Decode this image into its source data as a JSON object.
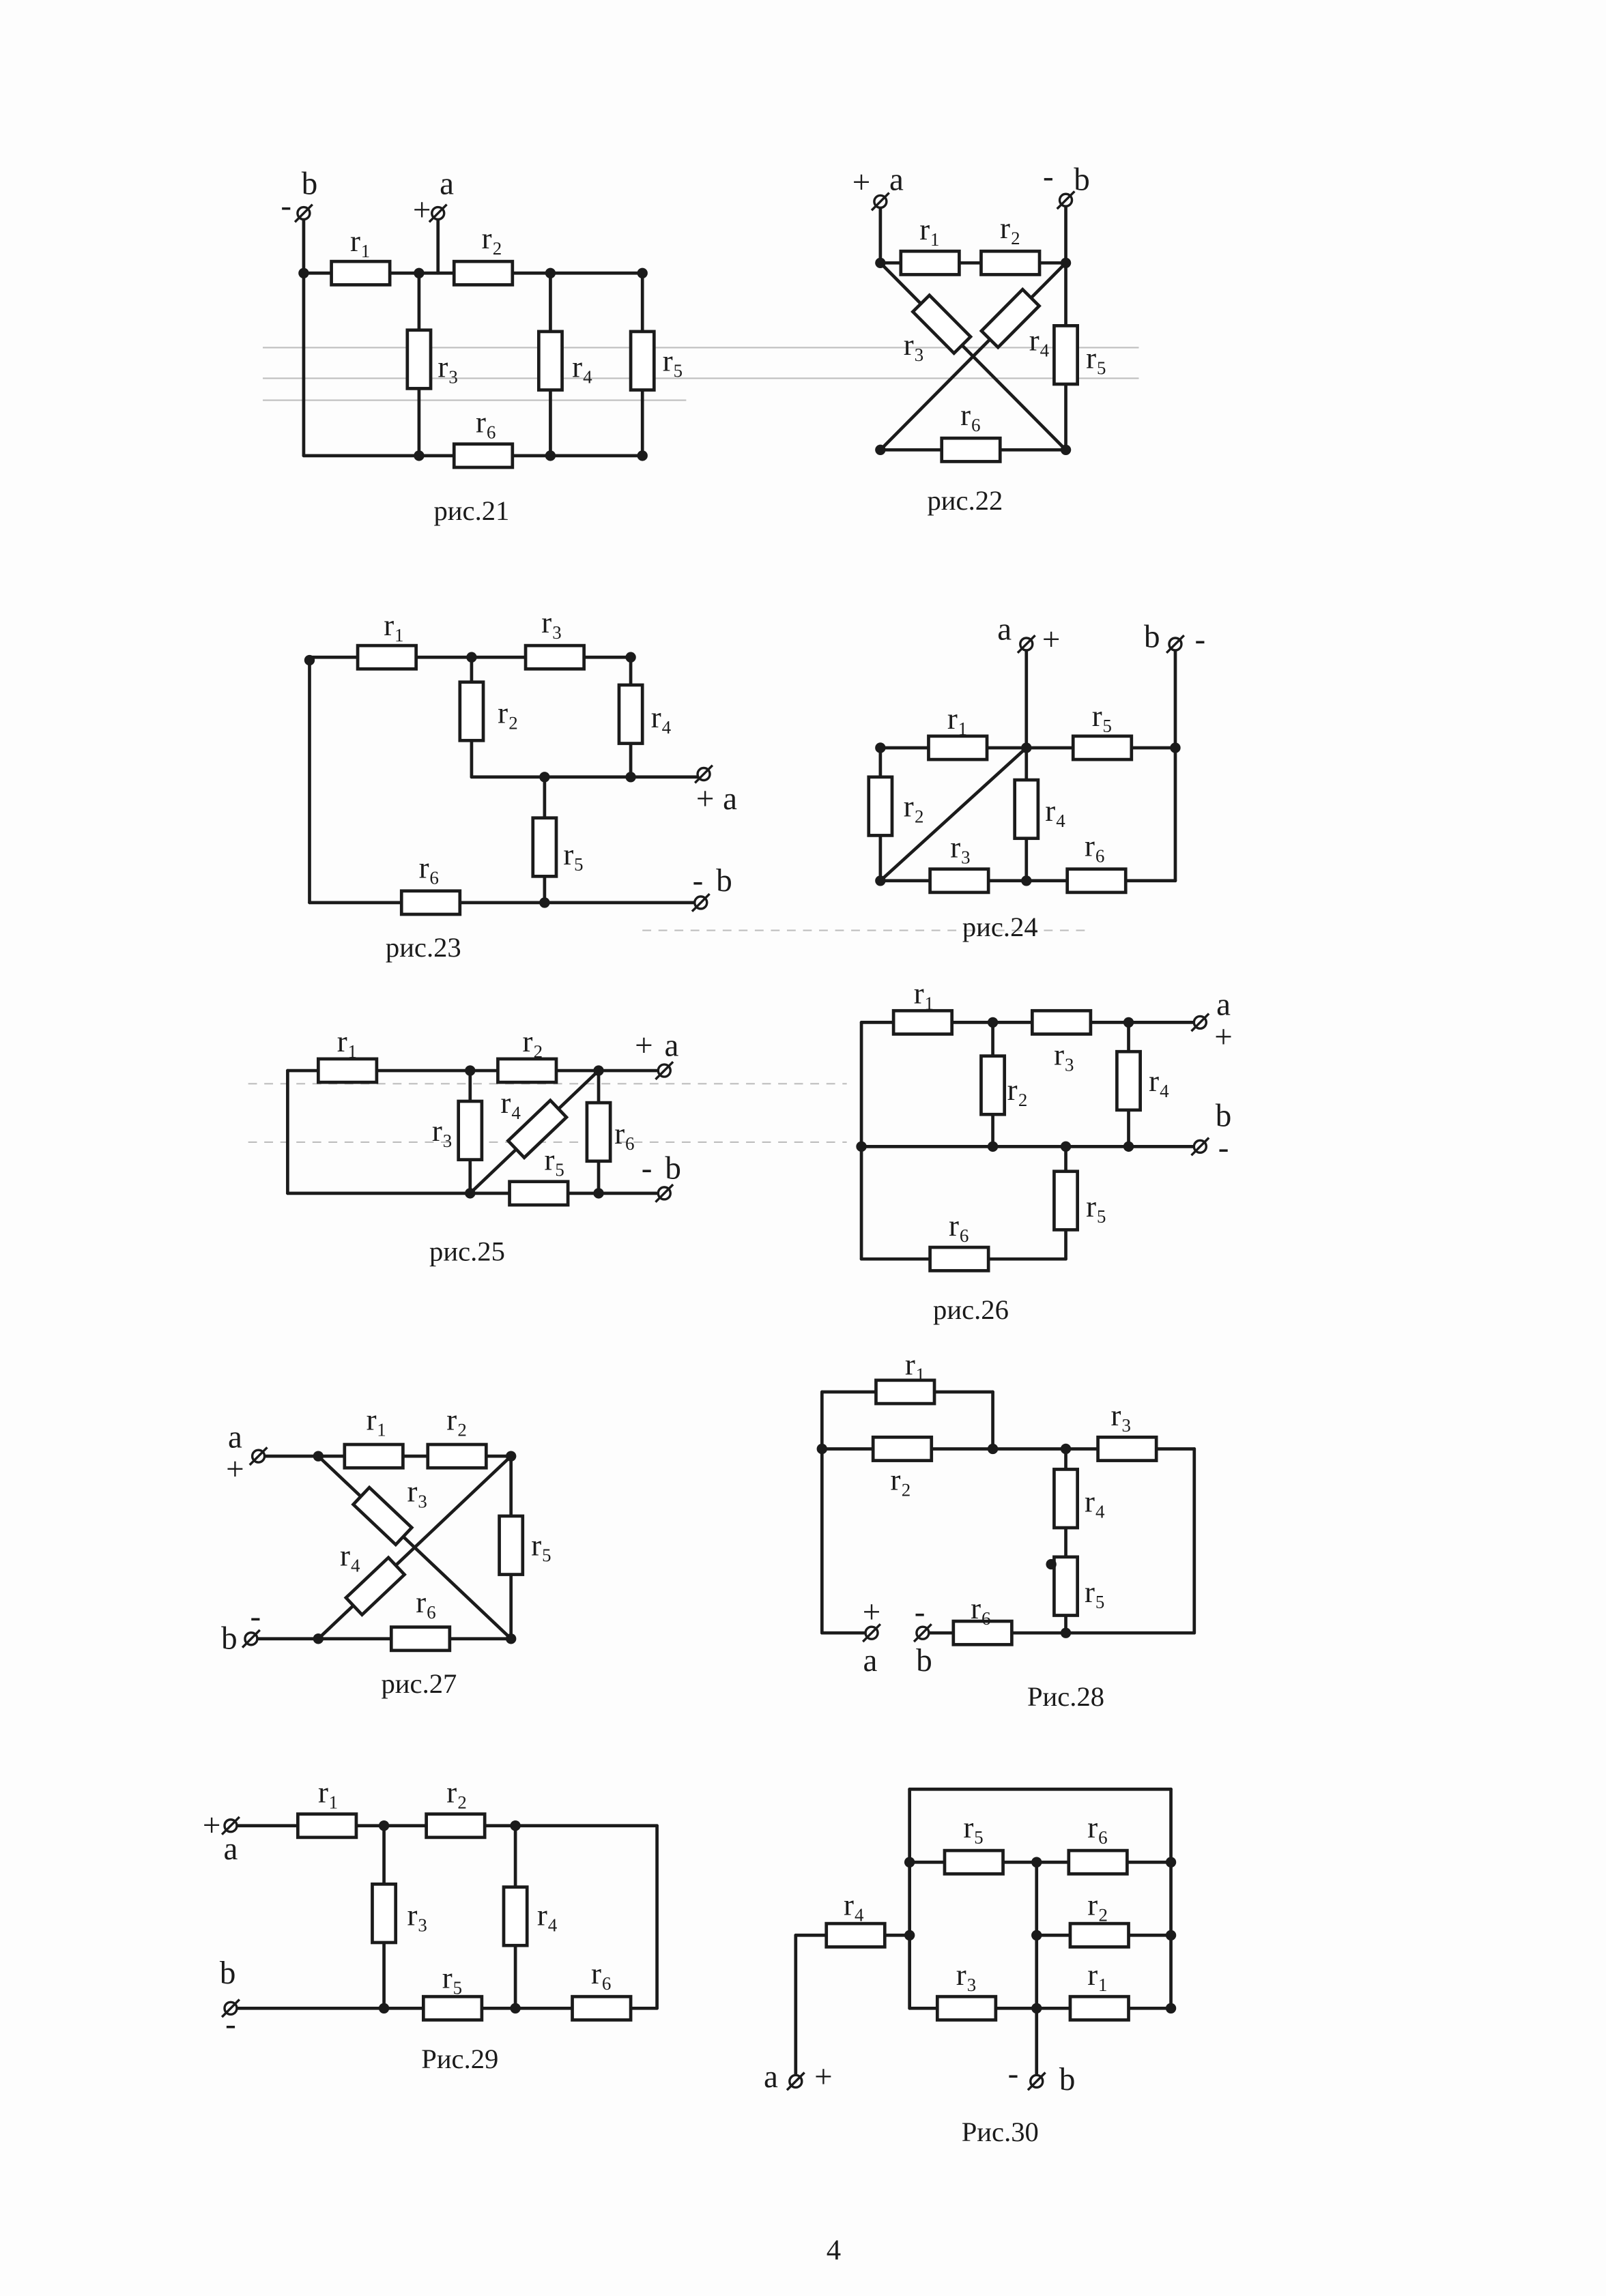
{
  "page_number": "4",
  "figures": [
    {
      "caption": "рис.21",
      "labels": {
        "r1": "r₁",
        "r2": "r₂",
        "r3": "r₃",
        "r4": "r₄",
        "r5": "r₅",
        "r6": "r₆"
      },
      "terminals": {
        "a": "a",
        "a_sign": "+",
        "b": "b",
        "b_sign": "-"
      }
    },
    {
      "caption": "рис.22",
      "labels": {
        "r1": "r₁",
        "r2": "r₂",
        "r3": "r₃",
        "r4": "r₄",
        "r5": "r₅",
        "r6": "r₆"
      },
      "terminals": {
        "a": "a",
        "a_sign": "+",
        "b": "b",
        "b_sign": "-"
      }
    },
    {
      "caption": "рис.23",
      "labels": {
        "r1": "r₁",
        "r2": "r₂",
        "r3": "r₃",
        "r4": "r₄",
        "r5": "r₅",
        "r6": "r₆"
      },
      "terminals": {
        "a": "a",
        "a_sign": "+",
        "b": "b",
        "b_sign": "-"
      }
    },
    {
      "caption": "рис.24",
      "labels": {
        "r1": "r₁",
        "r2": "r₂",
        "r3": "r₃",
        "r4": "r₄",
        "r5": "r₅",
        "r6": "r₆"
      },
      "terminals": {
        "a": "a",
        "a_sign": "+",
        "b": "b",
        "b_sign": "-"
      }
    },
    {
      "caption": "рис.25",
      "labels": {
        "r1": "r₁",
        "r2": "r₂",
        "r3": "r₃",
        "r4": "r₄",
        "r5": "r₅",
        "r6": "r₆"
      },
      "terminals": {
        "a": "a",
        "a_sign": "+",
        "b": "b",
        "b_sign": "-"
      }
    },
    {
      "caption": "рис.26",
      "labels": {
        "r1": "r₁",
        "r2": "r₂",
        "r3": "r₃",
        "r4": "r₄",
        "r5": "r₅",
        "r6": "r₆"
      },
      "terminals": {
        "a": "a",
        "a_sign": "+",
        "b": "b",
        "b_sign": "-"
      }
    },
    {
      "caption": "рис.27",
      "labels": {
        "r1": "r₁",
        "r2": "r₂",
        "r3": "r₃",
        "r4": "r₄",
        "r5": "r₅",
        "r6": "r₆"
      },
      "terminals": {
        "a": "a",
        "a_sign": "+",
        "b": "b",
        "b_sign": "-"
      }
    },
    {
      "caption": "Рис.28",
      "labels": {
        "r1": "r₁",
        "r2": "r₂",
        "r3": "r₃",
        "r4": "r₄",
        "r5": "r₅",
        "r6": "r₆"
      },
      "terminals": {
        "a": "a",
        "a_sign": "+",
        "b": "b",
        "b_sign": "-"
      }
    },
    {
      "caption": "Рис.29",
      "labels": {
        "r1": "r₁",
        "r2": "r₂",
        "r3": "r₃",
        "r4": "r₄",
        "r5": "r₅",
        "r6": "r₆"
      },
      "terminals": {
        "a": "a",
        "a_sign": "+",
        "b": "b",
        "b_sign": "-"
      }
    },
    {
      "caption": "Рис.30",
      "labels": {
        "r1": "r₁",
        "r2": "r₂",
        "r3": "r₃",
        "r4": "r₄",
        "r5": "r₅",
        "r6": "r₆"
      },
      "terminals": {
        "a": "a",
        "a_sign": "+",
        "b": "b",
        "b_sign": "-"
      }
    }
  ]
}
